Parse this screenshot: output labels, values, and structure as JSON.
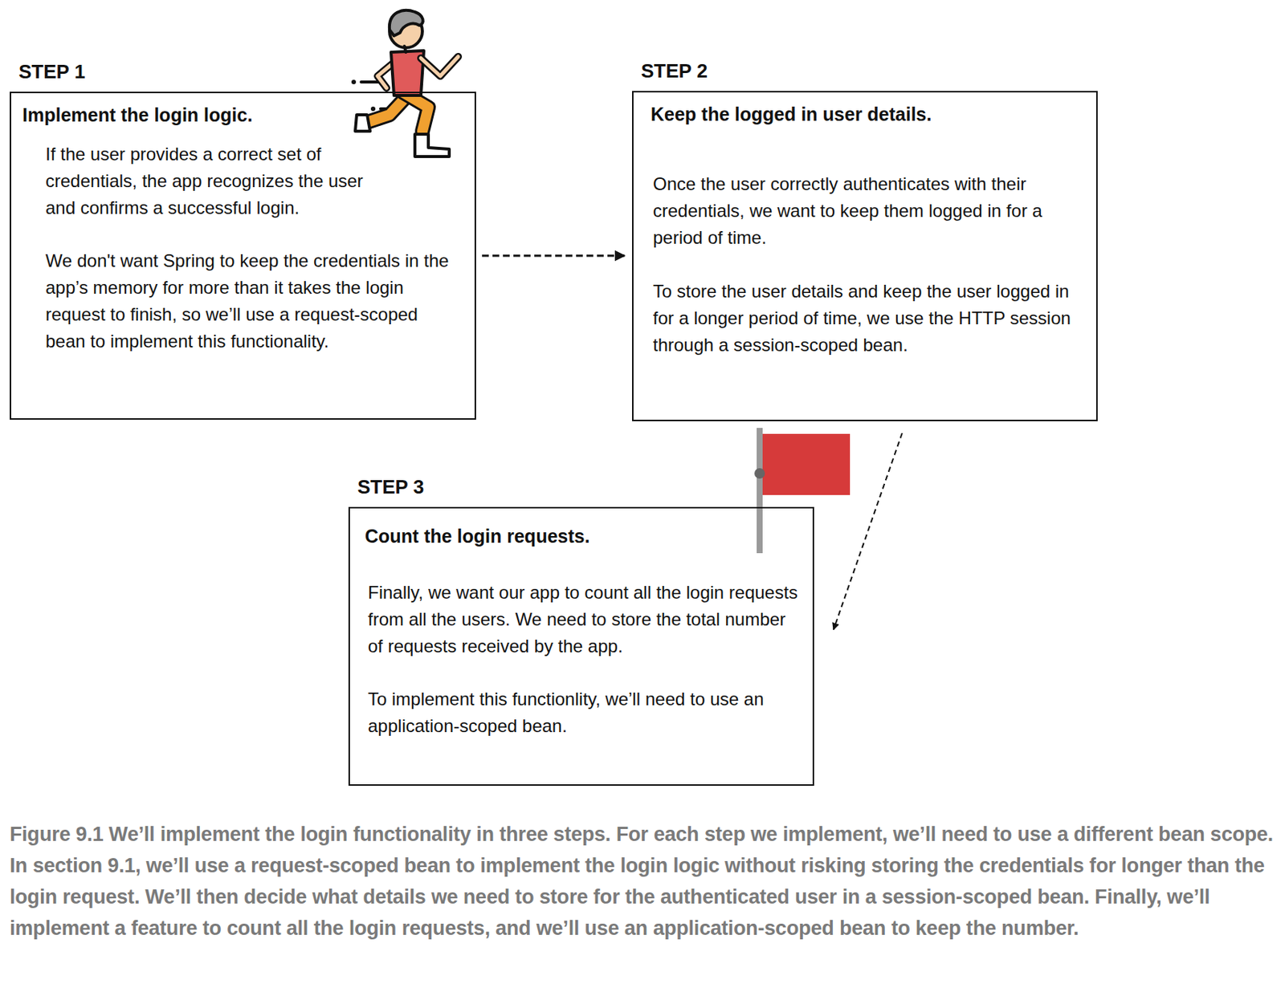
{
  "diagram": {
    "caption": "Figure 9.1 We’ll implement the login functionality in three steps. For each step we implement, we’ll need to use a different bean scope. In section 9.1, we’ll use a request-scoped bean to implement the login logic without risking storing the credentials for longer than the login request. We’ll then decide what details we need to store for the authenticated user in a session-scoped bean. Finally, we’ll implement a feature to count all the login requests, and we’ll use an application-scoped bean to keep the number.",
    "nodes": [
      {
        "text": [
          "STEP 1",
          "Implement the login logic.",
          "If the user provides a correct set of credentials, the app recognizes the user and confirms a successful login.",
          "We don't want Spring to keep the credentials in the app’s memory for more than it takes the login request to finish, so we’ll use a request-scoped bean to implement this functionality."
        ]
      },
      {
        "text": [
          "STEP 2",
          "Keep the logged in user details.",
          "Once the user correctly authenticates with their credentials, we want to keep them logged in for a period of time.",
          "To store the user details and keep the user logged in for a longer period of time, we use the HTTP session through a session-scoped bean."
        ]
      },
      {
        "text": [
          "STEP 3",
          "Count the login requests.",
          "Finally, we want our app to count all the login requests from all the users. We need to store the total number of requests received by the app.",
          "To implement this functionlity, we’ll need to use an application-scoped bean."
        ]
      }
    ],
    "edges": [
      {
        "from": 0,
        "to": 1,
        "arrow": "to"
      },
      {
        "from": 1,
        "to": 2,
        "arrow": "to"
      }
    ]
  }
}
